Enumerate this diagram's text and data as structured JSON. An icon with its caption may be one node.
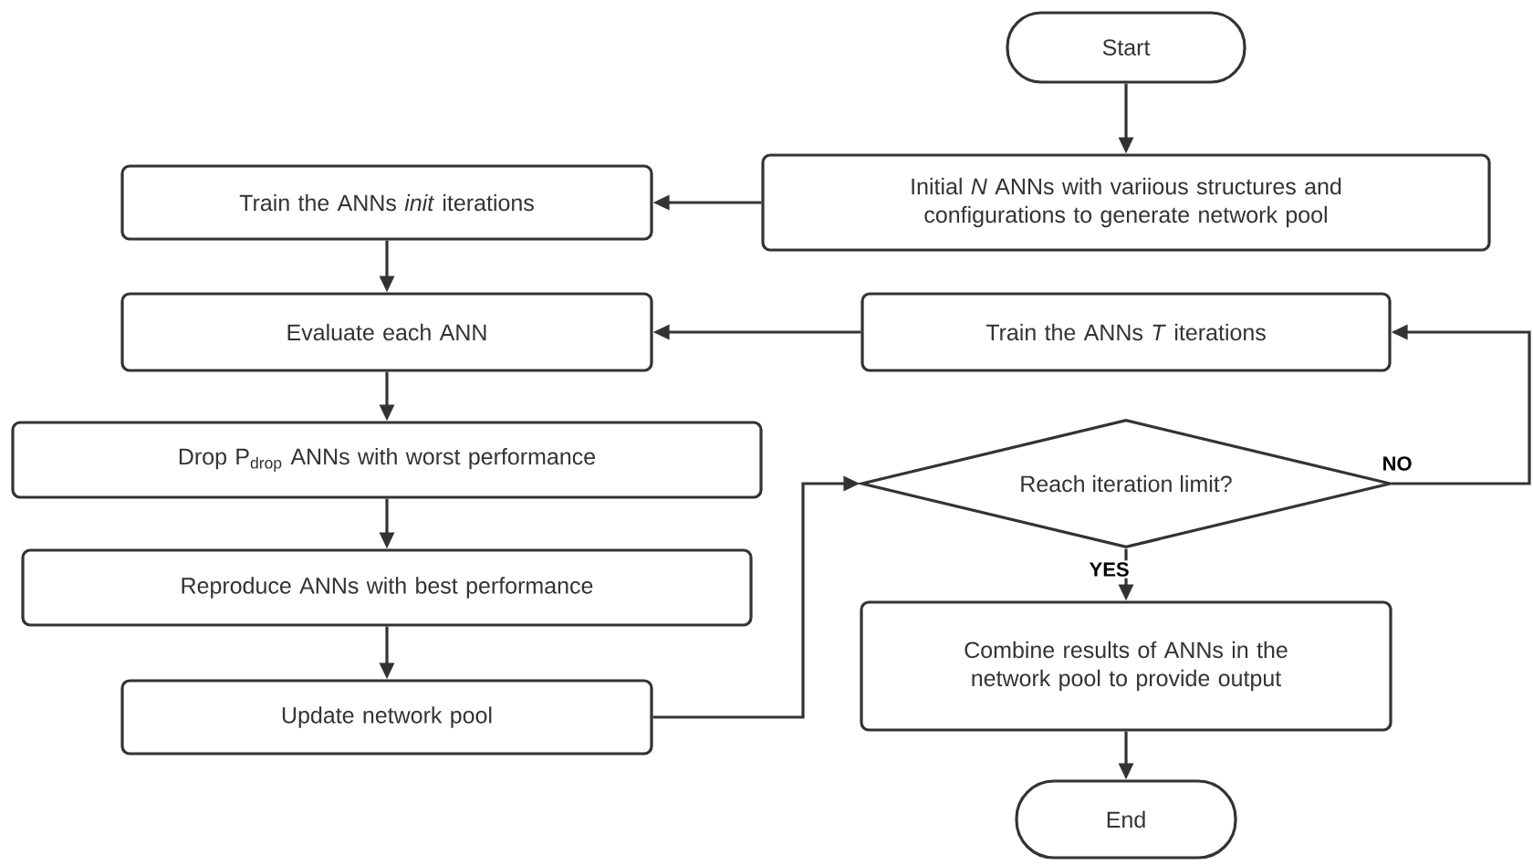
{
  "diagram": {
    "nodes": [
      {
        "text": [
          "Start"
        ]
      },
      {
        "text": [
          "Initial *N* ANNs with variious structures and configurations to generate network pool"
        ]
      },
      {
        "text": [
          "Train the ANNs *init* iterations"
        ]
      },
      {
        "text": [
          "Evaluate each ANN"
        ]
      },
      {
        "text": [
          "Train the ANNs *T* iterations"
        ]
      },
      {
        "text": [
          "Drop P$_{drop}$ ANNs with worst performance"
        ]
      },
      {
        "text": [
          "Reproduce ANNs with best performance"
        ]
      },
      {
        "text": [
          "Update network pool"
        ]
      },
      {
        "text": [
          "Reach iteration limit?"
        ]
      },
      {
        "text": [
          "Combine results of ANNs in the network pool to provide output"
        ]
      },
      {
        "text": [
          "End"
        ]
      }
    ],
    "edges": [
      {
        "from": 0,
        "to": 1,
        "arrow": "to"
      },
      {
        "from": 1,
        "to": 2,
        "arrow": "to"
      },
      {
        "from": 2,
        "to": 3,
        "arrow": "to"
      },
      {
        "from": 4,
        "to": 3,
        "arrow": "to"
      },
      {
        "from": 3,
        "to": 5,
        "arrow": "to"
      },
      {
        "from": 5,
        "to": 6,
        "arrow": "to"
      },
      {
        "from": 6,
        "to": 7,
        "arrow": "to"
      },
      {
        "from": 7,
        "to": 8,
        "arrow": "to"
      },
      {
        "from": 8,
        "to": 9,
        "arrow": "to",
        "label": "YES"
      },
      {
        "from": 8,
        "to": 4,
        "arrow": "to",
        "label": "NO"
      },
      {
        "from": 9,
        "to": 10,
        "arrow": "to"
      }
    ]
  }
}
